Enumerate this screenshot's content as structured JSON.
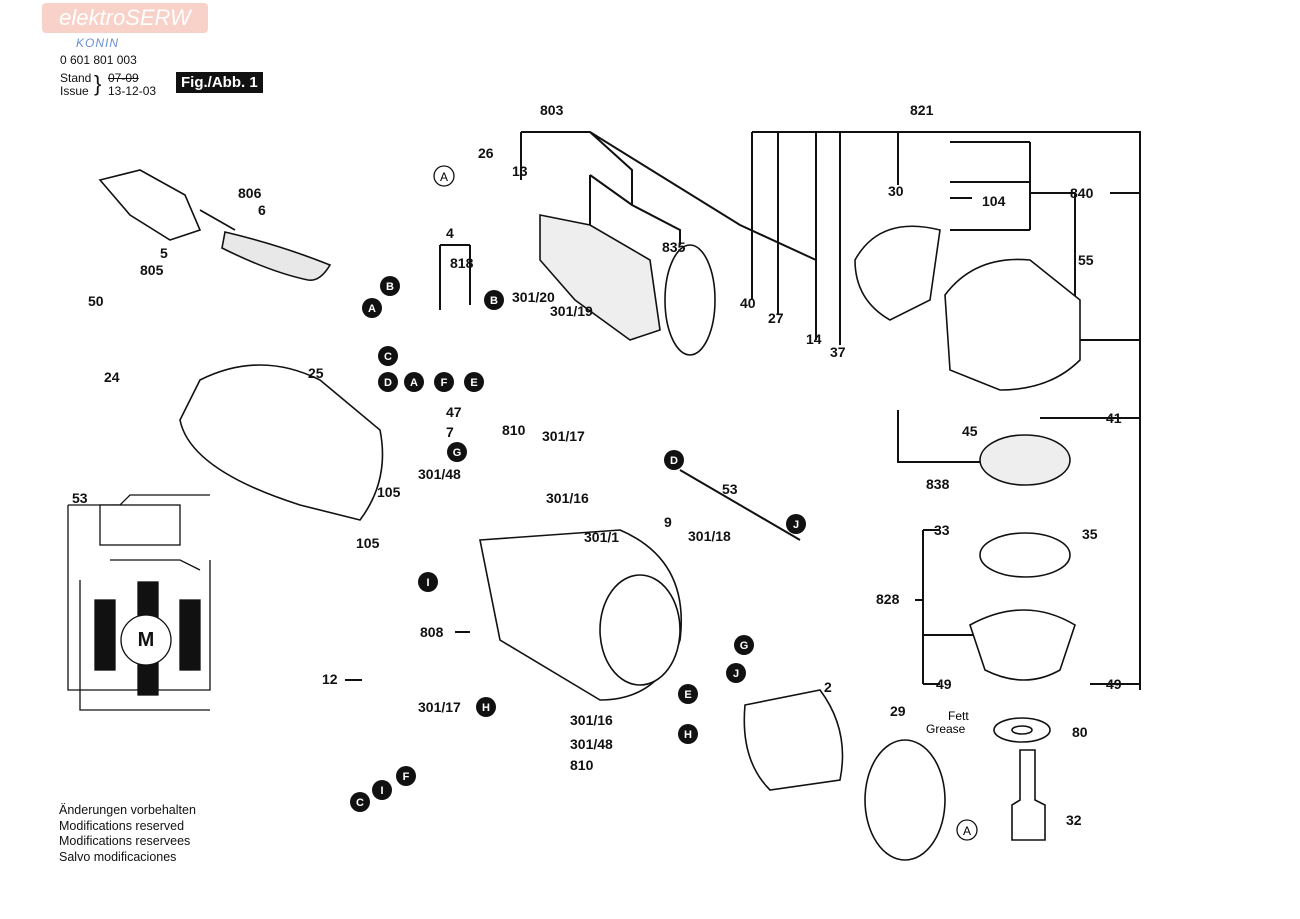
{
  "header": {
    "logo_text": "elektroSERW",
    "logo_sub": "KONIN",
    "part_number": "0 601 801 003",
    "stand_label": "Stand",
    "issue_label": "Issue",
    "stand_value": "07-09",
    "issue_value": "13-12-03",
    "fig_label": "Fig./Abb. 1"
  },
  "footer": {
    "lines": [
      "Änderungen vorbehalten",
      "Modifications reserved",
      "Modifications reservees",
      "Salvo modificaciones"
    ]
  },
  "diagram": {
    "part_labels": [
      "803",
      "26",
      "13",
      "835",
      "821",
      "30",
      "104",
      "840",
      "55",
      "806",
      "6",
      "5",
      "805",
      "4",
      "818",
      "301/20",
      "301/19",
      "40",
      "27",
      "14",
      "37",
      "50",
      "24",
      "25",
      "47",
      "7",
      "810",
      "301/17",
      "301/48",
      "301/16",
      "45",
      "41",
      "838",
      "105",
      "53",
      "9",
      "301/1",
      "301/18",
      "33",
      "35",
      "828",
      "808",
      "12",
      "2",
      "29",
      "80",
      "32",
      "49",
      "Fett",
      "Grease"
    ],
    "callouts": [
      "A",
      "B",
      "C",
      "D",
      "E",
      "F",
      "G",
      "H",
      "I",
      "J"
    ],
    "motor_symbol": "M"
  }
}
